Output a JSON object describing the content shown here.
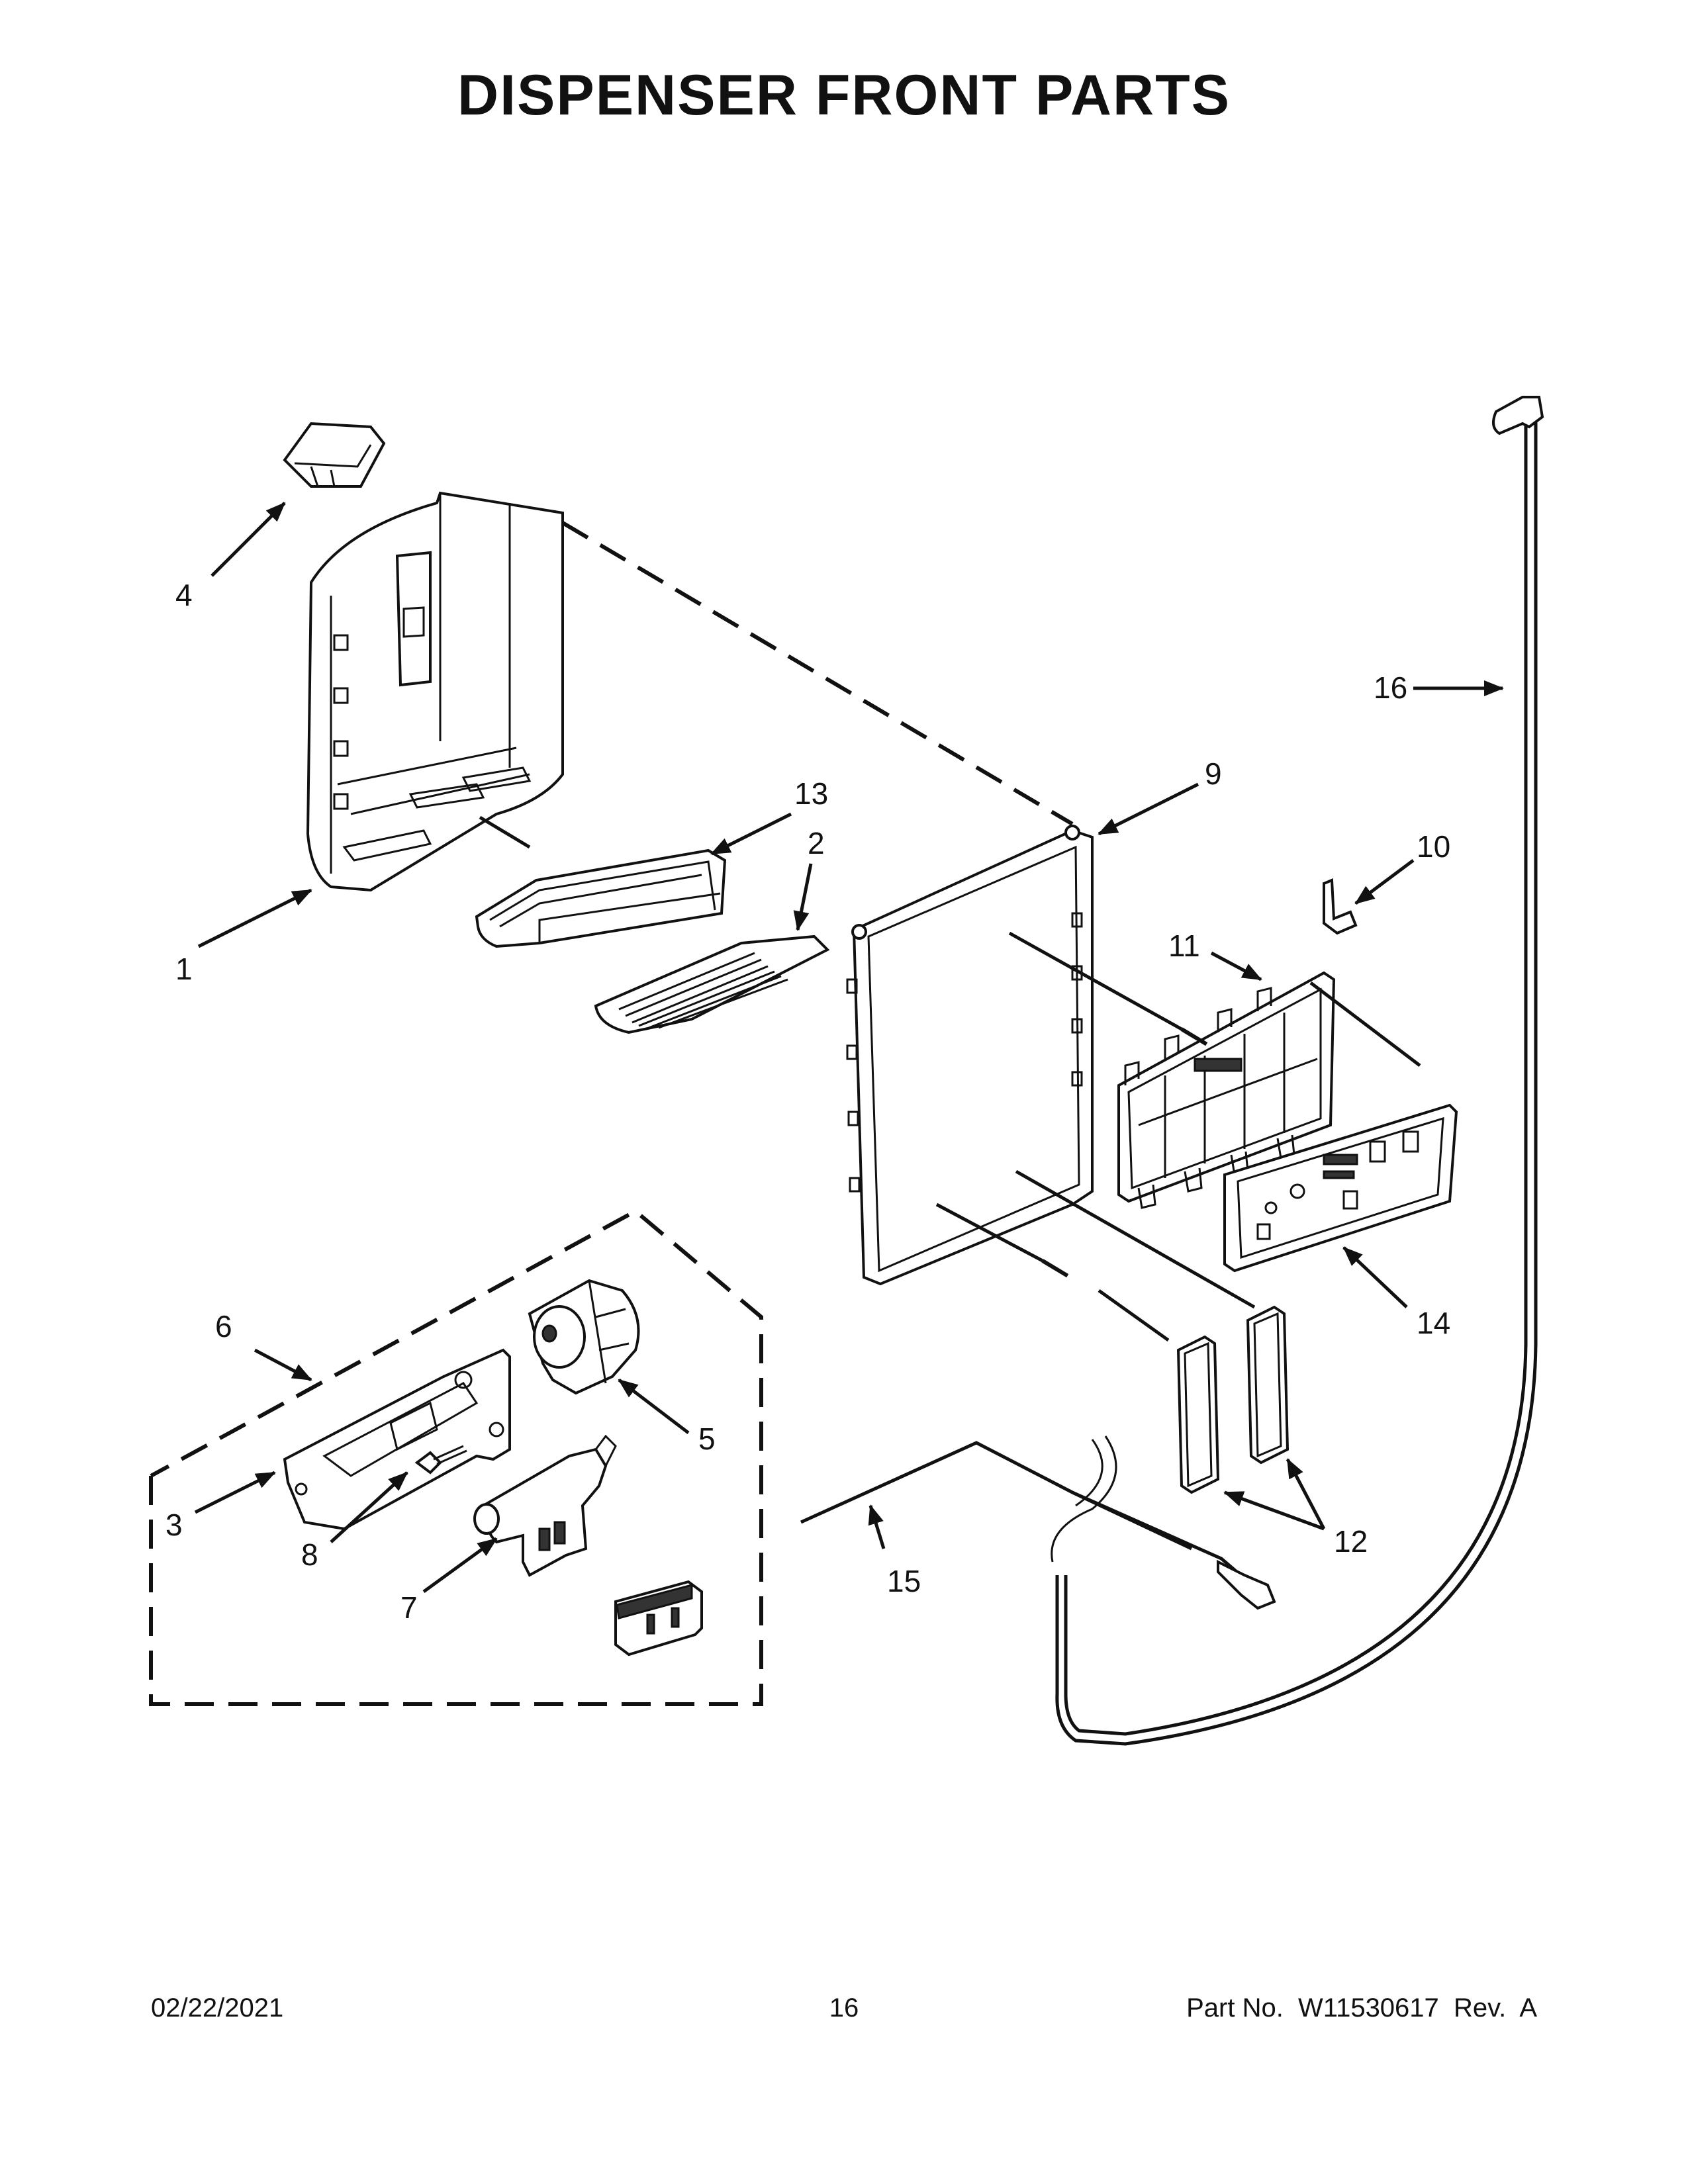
{
  "title": "DISPENSER FRONT PARTS",
  "callouts": {
    "c1": "1",
    "c2": "2",
    "c3": "3",
    "c4": "4",
    "c5": "5",
    "c6": "6",
    "c7": "7",
    "c8": "8",
    "c9": "9",
    "c10": "10",
    "c11": "11",
    "c12": "12",
    "c13": "13",
    "c14": "14",
    "c15": "15",
    "c16": "16"
  },
  "footer": {
    "date": "02/22/2021",
    "page": "16",
    "part_number": "Part No.  W11530617  Rev.  A"
  }
}
